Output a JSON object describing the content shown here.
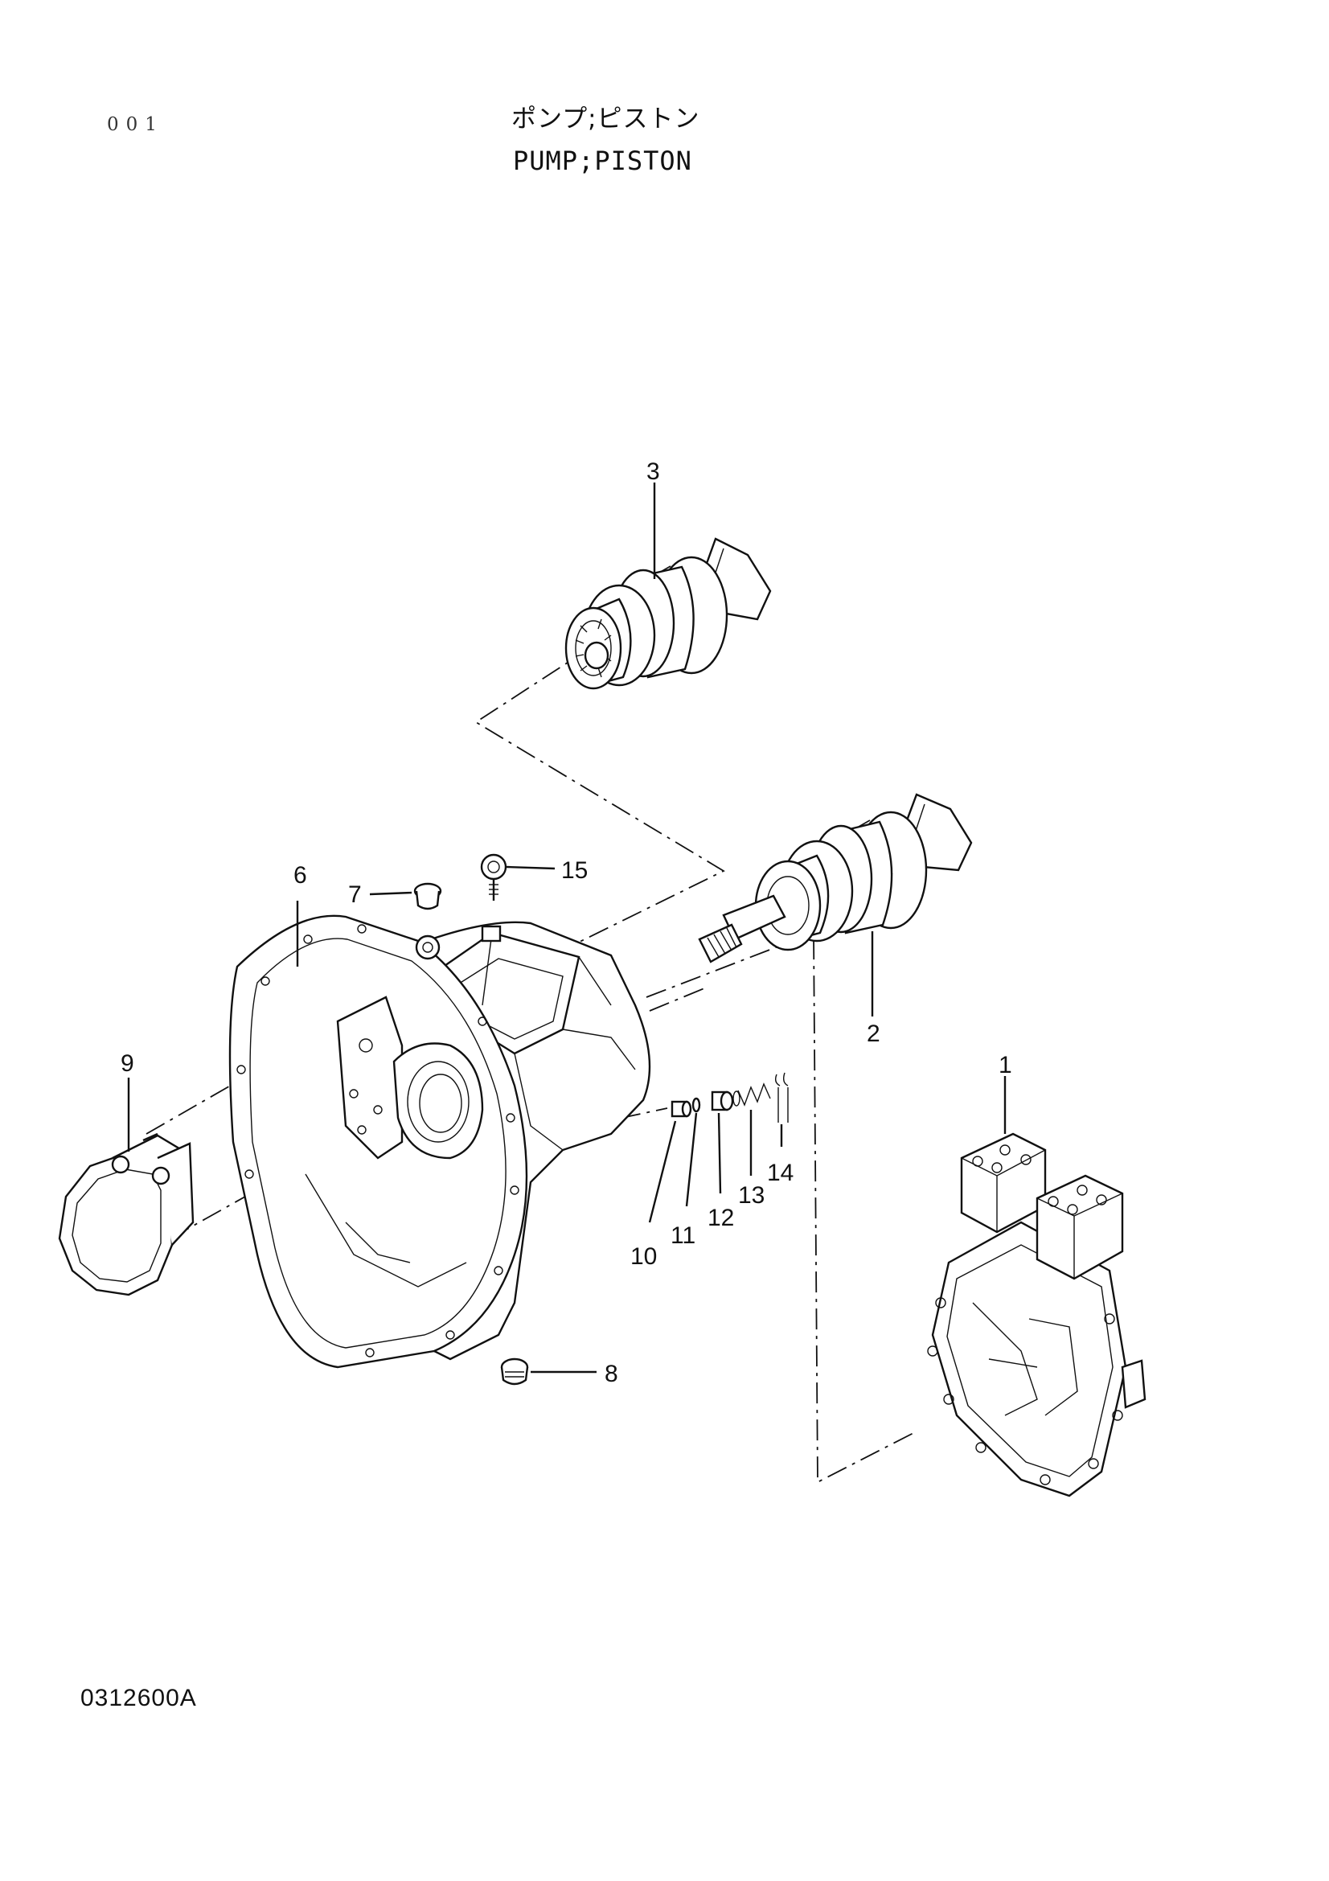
{
  "header": {
    "page_code": "001",
    "title_jp": "ポンプ;ピストン",
    "title_en": "PUMP;PISTON"
  },
  "footer": {
    "drawing_code": "0312600A"
  },
  "callouts": [
    {
      "id": "1",
      "label": "1"
    },
    {
      "id": "2",
      "label": "2"
    },
    {
      "id": "3",
      "label": "3"
    },
    {
      "id": "6",
      "label": "6"
    },
    {
      "id": "7",
      "label": "7"
    },
    {
      "id": "8",
      "label": "8"
    },
    {
      "id": "9",
      "label": "9"
    },
    {
      "id": "10",
      "label": "10"
    },
    {
      "id": "11",
      "label": "11"
    },
    {
      "id": "12",
      "label": "12"
    },
    {
      "id": "13",
      "label": "13"
    },
    {
      "id": "14",
      "label": "14"
    },
    {
      "id": "15",
      "label": "15"
    }
  ]
}
